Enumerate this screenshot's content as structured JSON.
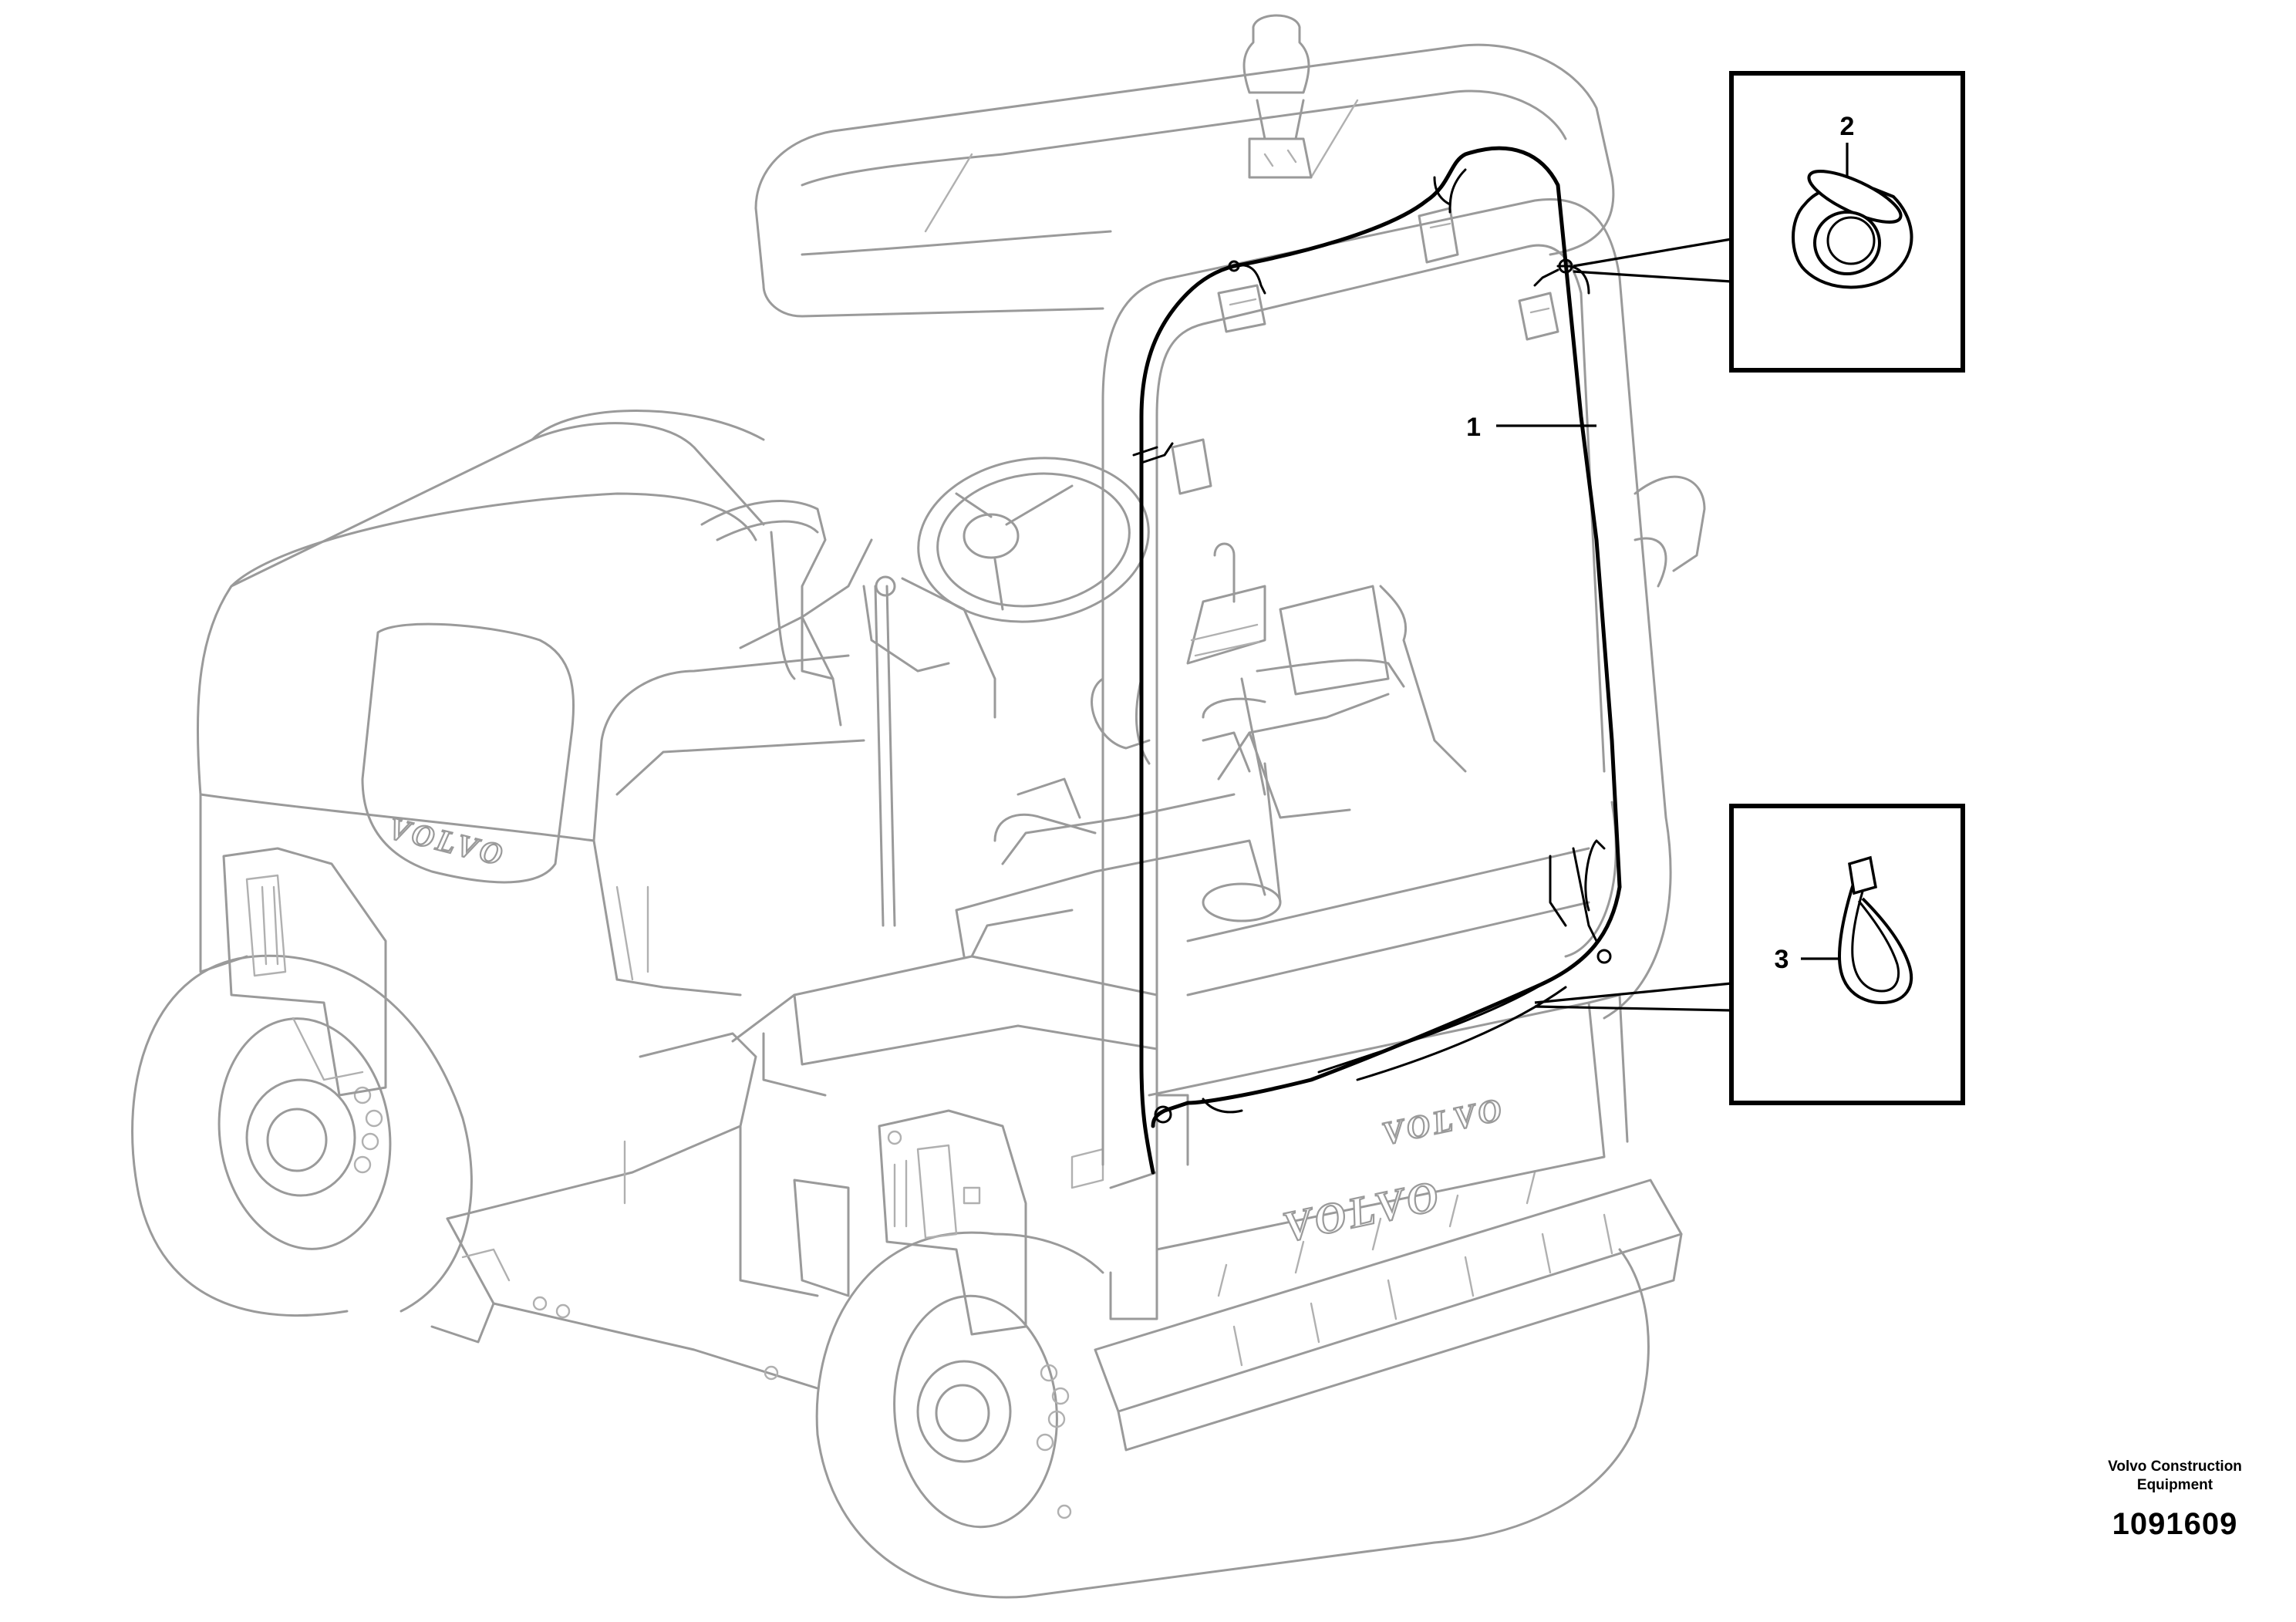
{
  "callouts": {
    "c1": "1",
    "c2": "2",
    "c3": "3"
  },
  "branding": {
    "hood_logo": "VOLVO",
    "drum_logo_upper": "VOLVO",
    "drum_logo_lower": "VOLVO"
  },
  "footer": {
    "maker_line1": "Volvo Construction",
    "maker_line2": "Equipment",
    "doc_number": "1091609"
  },
  "colors": {
    "outline": "#9a9a9a",
    "harness": "#000000",
    "frame": "#000000"
  }
}
